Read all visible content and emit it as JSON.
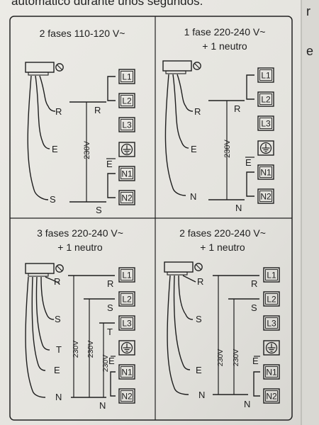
{
  "header_text": "automático durante unos segundos.",
  "right_margin_letters": [
    "r",
    "e"
  ],
  "panels": [
    {
      "title_lines": [
        "2 fases 110-120 V~"
      ],
      "cable_labels": [
        "R",
        "E",
        "S"
      ],
      "mid_labels": [
        "R",
        "S"
      ],
      "voltage_labels": [
        "230V"
      ],
      "terminals": [
        "L1",
        "L2",
        "L3",
        "",
        "N1",
        "N2"
      ],
      "earth_label": "E"
    },
    {
      "title_lines": [
        "1 fase 220-240 V~",
        "+ 1 neutro"
      ],
      "cable_labels": [
        "R",
        "E",
        "N"
      ],
      "mid_labels": [
        "R",
        "N"
      ],
      "voltage_labels": [
        "230V"
      ],
      "terminals": [
        "L1",
        "L2",
        "L3",
        "",
        "N1",
        "N2"
      ],
      "earth_label": "E"
    },
    {
      "title_lines": [
        "3 fases 220-240 V~",
        "+ 1 neutro"
      ],
      "cable_labels": [
        "R",
        "S",
        "T",
        "E",
        "N"
      ],
      "mid_labels": [
        "R",
        "S",
        "T",
        "N"
      ],
      "voltage_labels": [
        "230V",
        "230V",
        "230V"
      ],
      "terminals": [
        "L1",
        "L2",
        "L3",
        "",
        "N1",
        "N2"
      ],
      "earth_label": "E"
    },
    {
      "title_lines": [
        "2 fases 220-240 V~",
        "+ 1 neutro"
      ],
      "cable_labels": [
        "R",
        "S",
        "E",
        "N"
      ],
      "mid_labels": [
        "R",
        "S",
        "N"
      ],
      "voltage_labels": [
        "230V",
        "230V"
      ],
      "terminals": [
        "L1",
        "L2",
        "L3",
        "",
        "N1",
        "N2"
      ],
      "earth_label": "E"
    }
  ]
}
